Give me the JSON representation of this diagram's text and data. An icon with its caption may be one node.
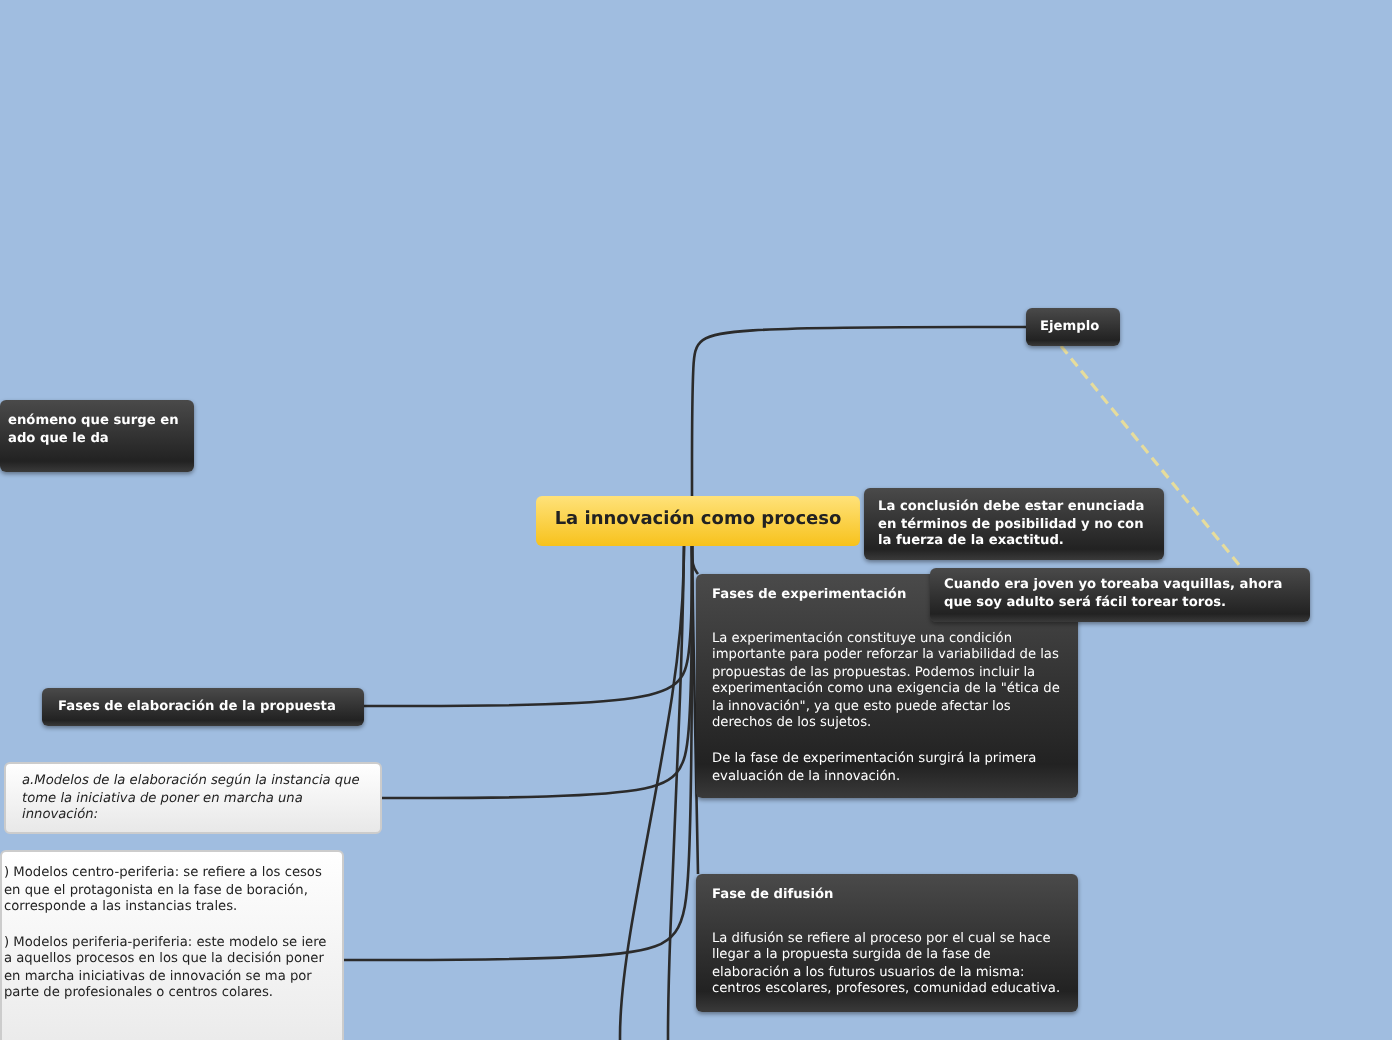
{
  "diagram": {
    "nodes": [
      {
        "text": [
          "La innovación como proceso"
        ]
      },
      {
        "text": [
          "enómeno que surge en ado  que le da"
        ]
      },
      {
        "text": [
          "Ejemplo"
        ]
      },
      {
        "text": [
          "La conclusión debe estar enunciada en términos de posibilidad y no con la fuerza de la exactitud."
        ]
      },
      {
        "text": [
          "Cuando era joven yo toreaba vaquillas, ahora que soy adulto será fácil torear toros."
        ]
      },
      {
        "text": [
          "Fases de experimentación",
          "La experimentación constituye una condición importante para poder reforzar la variabilidad de las propuestas de las propuestas. Podemos incluir la experimentación como una exigencia de la \"ética de la innovación\", ya que esto puede afectar los derechos de los sujetos.",
          "De la fase de experimentación surgirá la primera evaluación de la innovación."
        ]
      },
      {
        "text": [
          "Fase de difusión",
          "La difusión se refiere al proceso por el cual se hace llegar a la propuesta surgida de la fase de elaboración a los futuros usuarios de la misma: centros escolares, profesores, comunidad educativa."
        ]
      },
      {
        "text": [
          "Fases de elaboración de la propuesta"
        ]
      },
      {
        "text": [
          "a.Modelos de la elaboración según la instancia que tome la iniciativa de poner en marcha una innovación:"
        ]
      },
      {
        "text": [
          ") Modelos centro-periferia: se refiere a los cesos en que el protagonista en la fase de boración, corresponde a las instancias trales.",
          ") Modelos periferia-periferia: este modelo se iere a aquellos procesos en los que la decisión poner en marcha iniciativas de innovación se ma por parte de profesionales o centros colares."
        ]
      }
    ],
    "edges": [
      {
        "from": 0,
        "to": 2,
        "arrow": "none"
      },
      {
        "from": 2,
        "to": 4,
        "arrow": "none",
        "style": "dashed",
        "color": "#e6dc9c"
      },
      {
        "from": 0,
        "to": 5,
        "arrow": "none"
      },
      {
        "from": 0,
        "to": 6,
        "arrow": "none"
      },
      {
        "from": 0,
        "to": 7,
        "arrow": "none"
      },
      {
        "from": 0,
        "to": 8,
        "arrow": "none"
      },
      {
        "from": 0,
        "to": 9,
        "arrow": "none"
      },
      {
        "from": 0,
        "to": null,
        "arrow": "none"
      },
      {
        "from": 0,
        "to": null,
        "arrow": "none"
      }
    ]
  }
}
